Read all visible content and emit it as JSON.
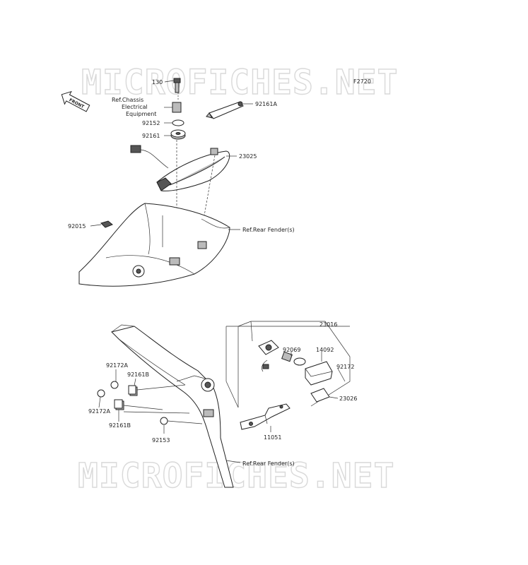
{
  "figure_code": "F2720",
  "watermark": "MICROFICHES.NET",
  "front_label": "FRONT",
  "references": {
    "chassis": [
      "Ref.Chassis",
      "Electrical",
      "Equipment"
    ],
    "rear_fender_top": "Ref.Rear Fender(s)",
    "rear_fender_bottom": "Ref.Rear Fender(s)"
  },
  "part_labels": {
    "p130": "130",
    "p92161A": "92161A",
    "p92152": "92152",
    "p92161": "92161",
    "p23025": "23025",
    "p92015": "92015",
    "p23016": "23016",
    "p92069": "92069",
    "p14092": "14092",
    "p92172": "92172",
    "p23026": "23026",
    "p11051": "11051",
    "p92172A_top": "92172A",
    "p92161B_top": "92161B",
    "p92172A_bot": "92172A",
    "p92161B_bot": "92161B",
    "p92153": "92153"
  }
}
